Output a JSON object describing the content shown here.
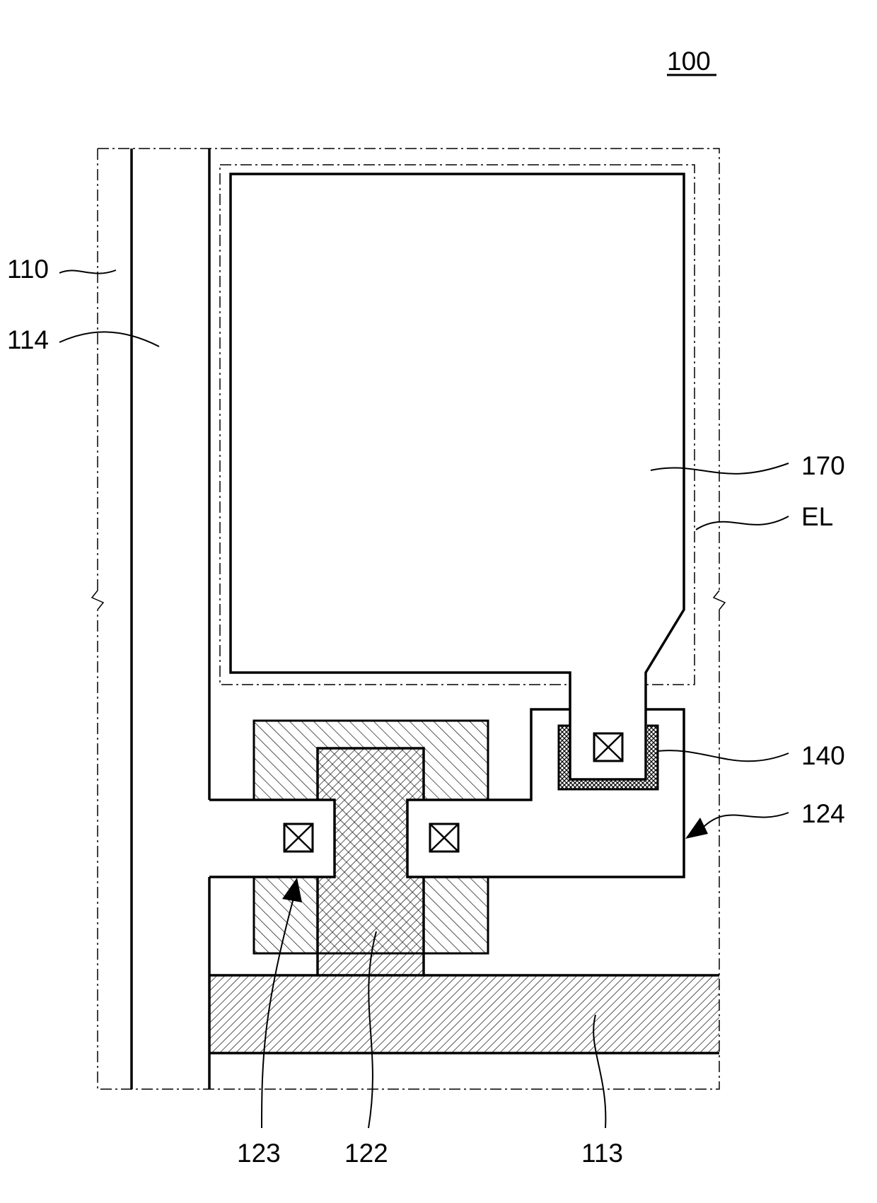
{
  "figure_ref": "100",
  "labels": {
    "l110": "110",
    "l114": "114",
    "l170": "170",
    "lEL": "EL",
    "l140": "140",
    "l124": "124",
    "l123": "123",
    "l122": "122",
    "l113": "113"
  },
  "colors": {
    "line": "#000000",
    "background": "#ffffff"
  }
}
